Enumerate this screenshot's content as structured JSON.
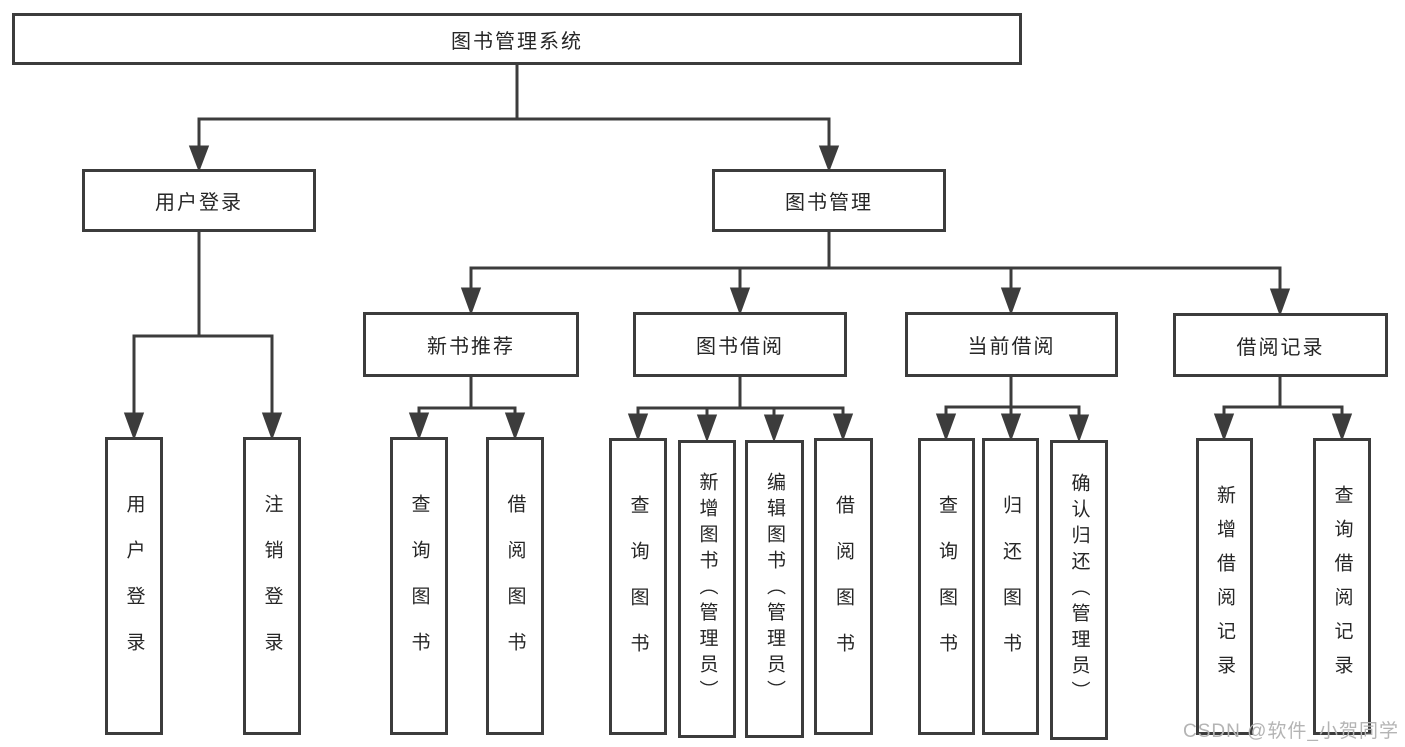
{
  "tree": {
    "label": "图书管理系统",
    "children": [
      {
        "label": "用户登录",
        "children": [
          {
            "label": "用户登录"
          },
          {
            "label": "注销登录"
          }
        ]
      },
      {
        "label": "图书管理",
        "children": [
          {
            "label": "新书推荐",
            "children": [
              {
                "label": "查询图书"
              },
              {
                "label": "借阅图书"
              }
            ]
          },
          {
            "label": "图书借阅",
            "children": [
              {
                "label": "查询图书"
              },
              {
                "label": "新增图书（管理员）"
              },
              {
                "label": "编辑图书（管理员）"
              },
              {
                "label": "借阅图书"
              }
            ]
          },
          {
            "label": "当前借阅",
            "children": [
              {
                "label": "查询图书"
              },
              {
                "label": "归还图书"
              },
              {
                "label": "确认归还（管理员）"
              }
            ]
          },
          {
            "label": "借阅记录",
            "children": [
              {
                "label": "新增借阅记录"
              },
              {
                "label": "查询借阅记录"
              }
            ]
          }
        ]
      }
    ]
  },
  "watermark": "CSDN @软件_小贺同学",
  "colors": {
    "line": "#3c3c3c",
    "box_border": "#3c3c3c",
    "text": "#262626",
    "watermark": "#b4b4b4",
    "background": "#ffffff"
  }
}
